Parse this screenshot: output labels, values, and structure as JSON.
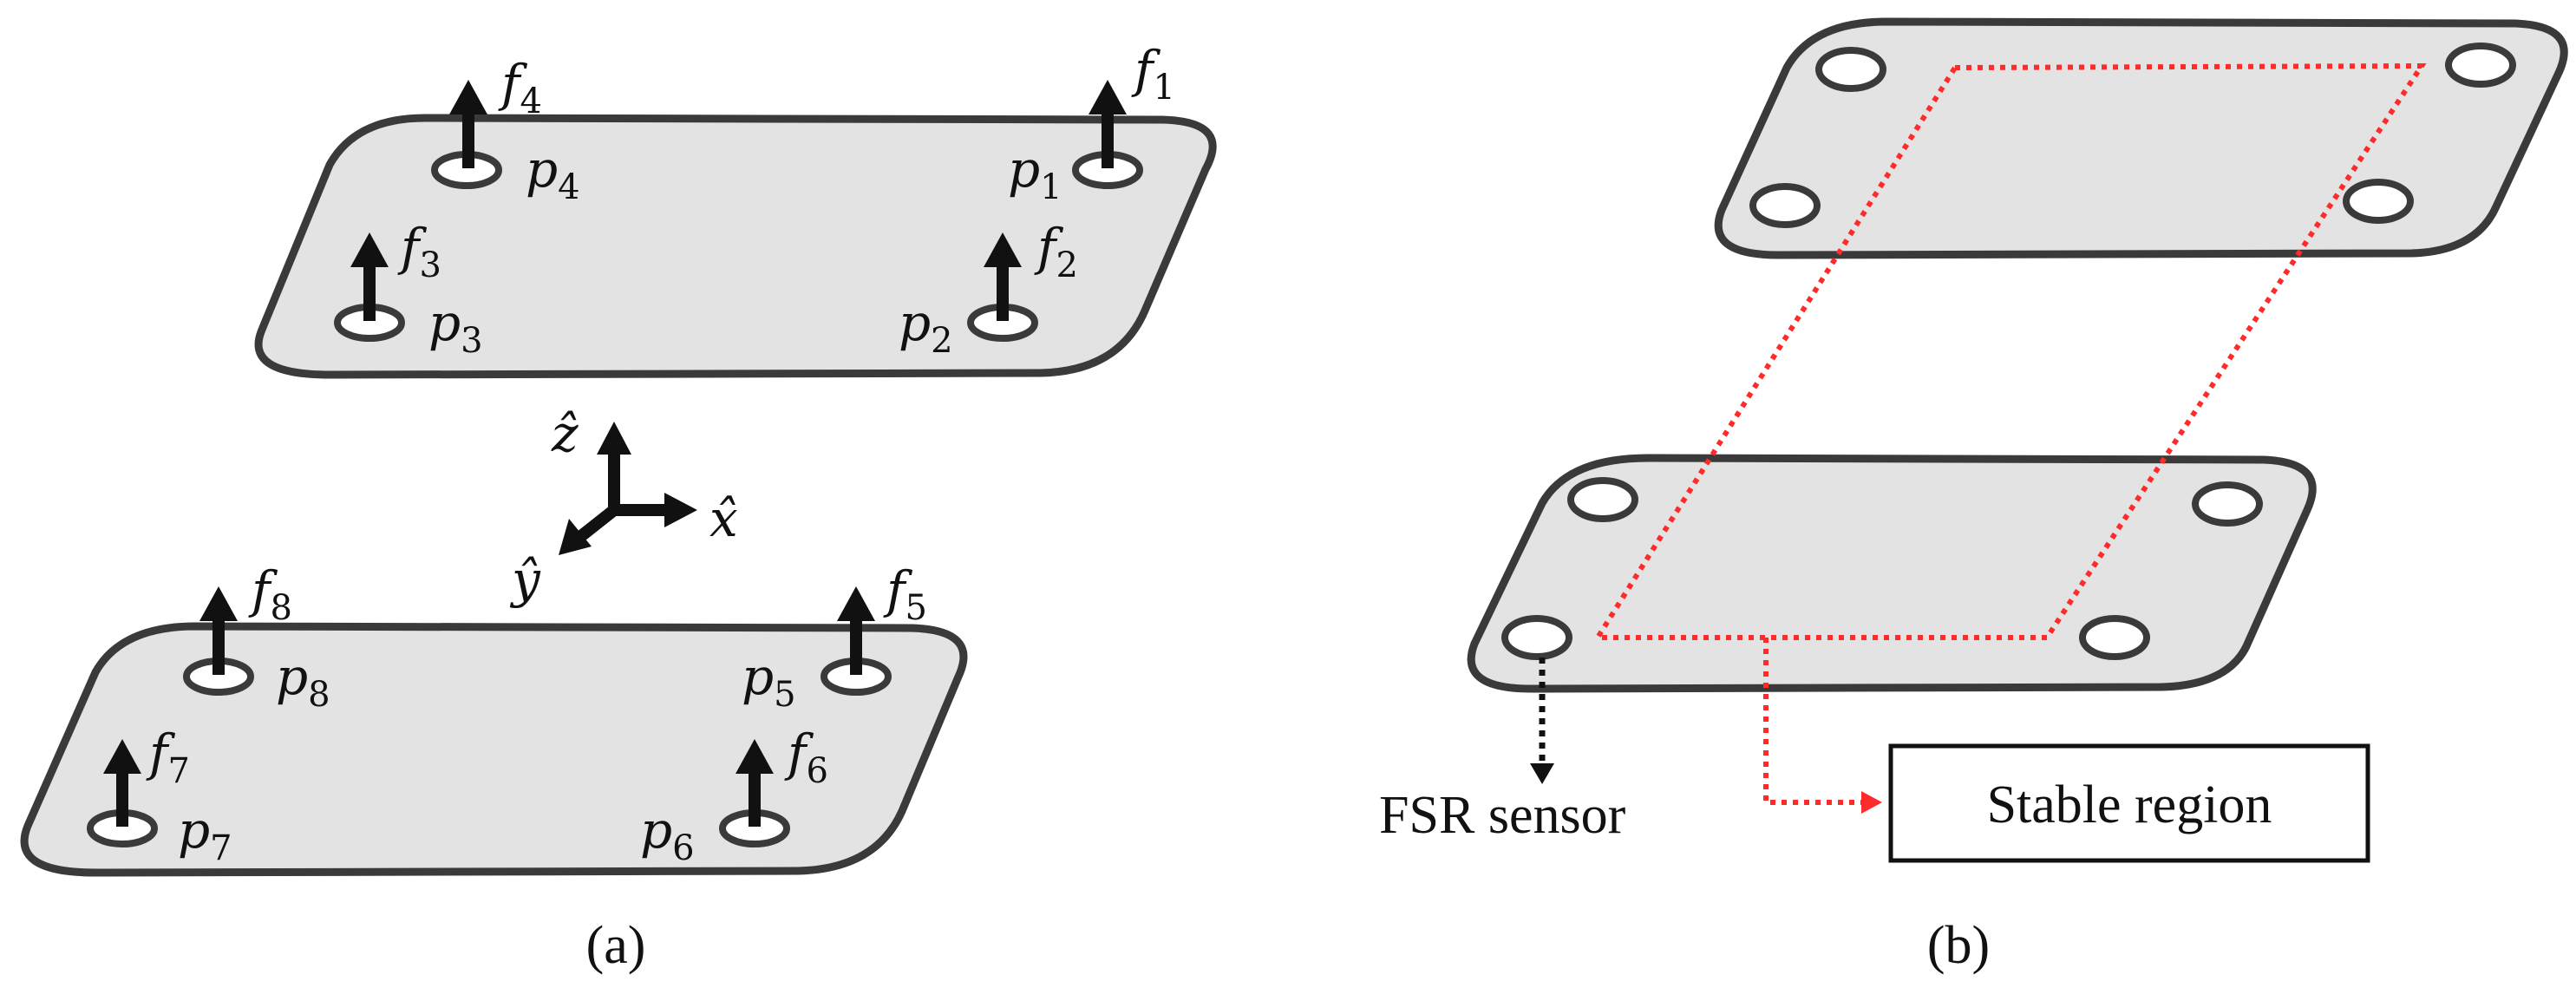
{
  "panel_a": {
    "caption": "(a)",
    "forces": [
      "f1",
      "f2",
      "f3",
      "f4",
      "f5",
      "f6",
      "f7",
      "f8"
    ],
    "points": [
      "p1",
      "p2",
      "p3",
      "p4",
      "p5",
      "p6",
      "p7",
      "p8"
    ],
    "axes": {
      "z": "ẑ",
      "x": "x̂",
      "y": "ŷ"
    }
  },
  "panel_b": {
    "caption": "(b)",
    "fsr_label": "FSR sensor",
    "stable_label": "Stable region"
  },
  "colors": {
    "plate_fill": "#e3e3e3",
    "outline": "#3a3a3a",
    "stable_region": "#ff2a2a"
  }
}
